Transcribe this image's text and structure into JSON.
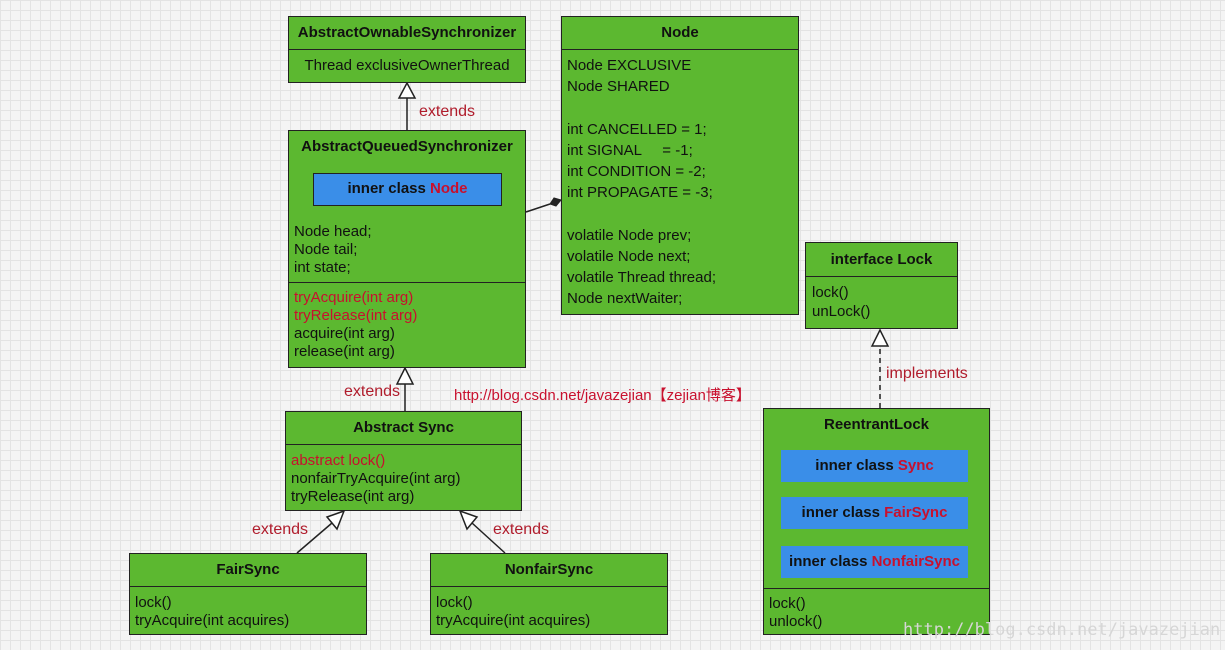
{
  "aos": {
    "title": "AbstractOwnableSynchronizer",
    "field": "Thread exclusiveOwnerThread"
  },
  "node": {
    "title": "Node",
    "lines": [
      "Node EXCLUSIVE",
      "Node SHARED",
      "",
      "int CANCELLED = 1;",
      "int SIGNAL     = -1;",
      "int CONDITION = -2;",
      "int PROPAGATE = -3;",
      "",
      "volatile Node prev;",
      "volatile Node next;",
      "volatile Thread thread;",
      "Node nextWaiter;"
    ]
  },
  "aqs": {
    "title": "AbstractQueuedSynchronizer",
    "inner_prefix": "inner class ",
    "inner_name": "Node",
    "fields": [
      "Node head;",
      "Node tail;",
      "int state;"
    ],
    "methods_red": [
      "tryAcquire(int arg)",
      "tryRelease(int arg)"
    ],
    "methods": [
      "acquire(int arg)",
      "release(int arg)"
    ]
  },
  "lock": {
    "title": "interface Lock",
    "methods": [
      "lock()",
      "unLock()"
    ]
  },
  "sync": {
    "title": "Abstract Sync",
    "method_red": "abstract lock()",
    "methods": [
      "nonfairTryAcquire(int arg)",
      "tryRelease(int arg)"
    ]
  },
  "fair": {
    "title": "FairSync",
    "methods": [
      "lock()",
      "tryAcquire(int acquires)"
    ]
  },
  "nonfair": {
    "title": "NonfairSync",
    "methods": [
      "lock()",
      "tryAcquire(int acquires)"
    ]
  },
  "reentrant": {
    "title": "ReentrantLock",
    "inner_prefix": "inner class ",
    "inner_names": [
      "Sync",
      "FairSync",
      "NonfairSync"
    ],
    "methods": [
      "lock()",
      "unlock()"
    ]
  },
  "labels": {
    "extends": "extends",
    "implements": "implements"
  },
  "url": "http://blog.csdn.net/javazejian【zejian博客】",
  "watermark": "http://blog.csdn.net/javazejian",
  "colors": {
    "class_fill": "#5cb830",
    "inner_fill": "#3a8ee8",
    "accent_red": "#c8102e",
    "border": "#222222"
  }
}
